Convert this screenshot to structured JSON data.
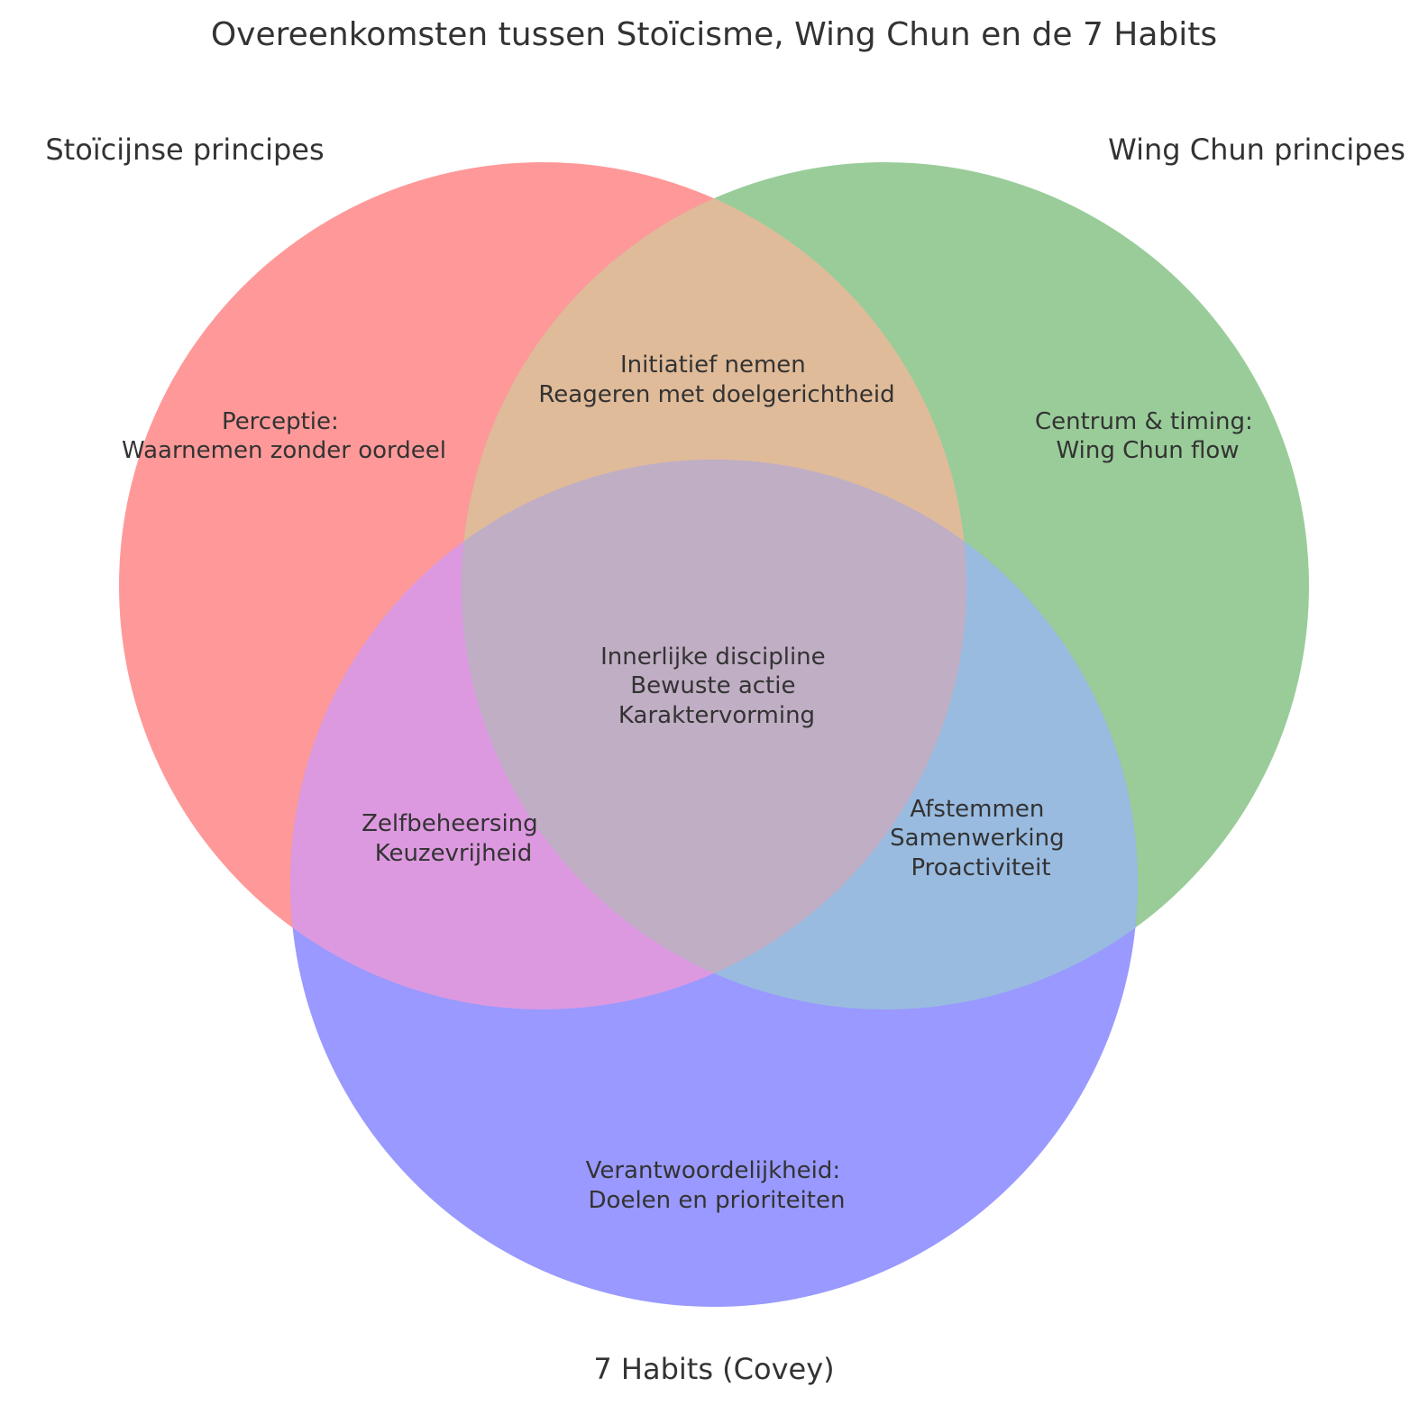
{
  "title": "Overeenkomsten tussen Stoïcisme, Wing Chun en de 7 Habits",
  "sets": [
    {
      "id": "stoic",
      "label": "Stoïcijnse principes",
      "color": "#ff9999"
    },
    {
      "id": "wingchun",
      "label": "Wing Chun principes",
      "color": "#99cc99"
    },
    {
      "id": "habits",
      "label": "7 Habits (Covey)",
      "color": "#9999ff"
    }
  ],
  "overlap_colors": {
    "stoic_wingchun": "#e0bb99",
    "stoic_habits": "#dd99e0",
    "wingchun_habits": "#99bbe0",
    "all": "#c0aec4"
  },
  "regions": {
    "stoic_only": [
      "Perceptie:",
      "Waarnemen zonder oordeel"
    ],
    "wingchun_only": [
      "Centrum & timing:",
      "Wing Chun flow"
    ],
    "habits_only": [
      "Verantwoordelijkheid:",
      "Doelen en prioriteiten"
    ],
    "stoic_wingchun": [
      "Initiatief nemen",
      "Reageren met doelgerichtheid"
    ],
    "stoic_habits": [
      "Zelfbeheersing",
      "Keuzevrijheid"
    ],
    "wingchun_habits": [
      "Afstemmen",
      "Samenwerking",
      "Proactiviteit"
    ],
    "all": [
      "Innerlijke discipline",
      "Bewuste actie",
      "Karaktervorming"
    ]
  }
}
